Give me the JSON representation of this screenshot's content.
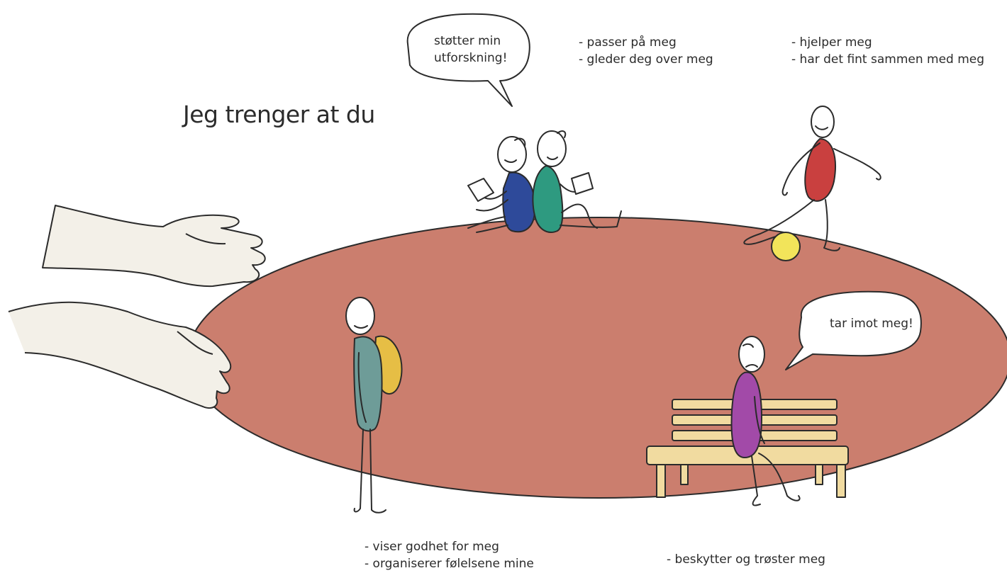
{
  "heading": "Jeg trenger at du",
  "bubbles": {
    "explore": [
      "støtter min",
      "utforskning!"
    ],
    "welcome": "tar imot meg!"
  },
  "notes": {
    "care": [
      "- passer på meg",
      "- gleder deg over meg"
    ],
    "help": [
      "- hjelper meg",
      "- har det fint sammen med meg"
    ],
    "kindness": [
      "- viser godhet for meg",
      "- organiserer følelsene mine"
    ],
    "protect": "- beskytter og trøster meg"
  },
  "colors": {
    "ground": "#CB7E6E",
    "blue_shirt": "#2E4A9A",
    "green_shirt": "#2E9A80",
    "red_shirt": "#C9403F",
    "ball": "#F2E45A",
    "teal_shirt": "#6E9C98",
    "backpack": "#E6BE45",
    "purple_shirt": "#A24AA8",
    "bench": "#F1DBA0",
    "hands": "#F3F0E8"
  },
  "icons": [
    "open-hands-icon",
    "reading-children-icon",
    "playing-child-icon",
    "ball-icon",
    "sad-child-backpack-icon",
    "bench-icon",
    "sitting-child-icon",
    "speech-bubble-icon"
  ]
}
